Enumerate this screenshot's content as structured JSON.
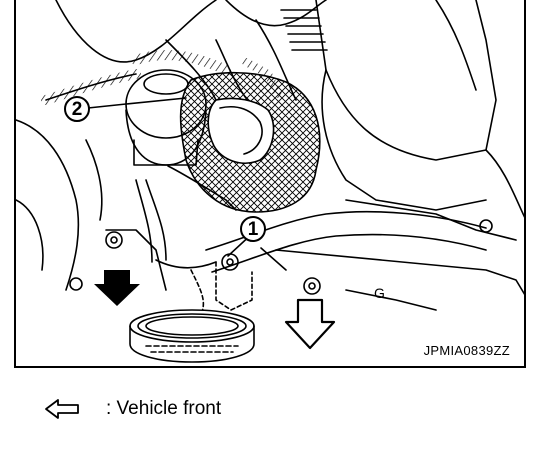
{
  "figure": {
    "callouts": [
      "1",
      "2"
    ],
    "code": "JPMIA0839ZZ"
  },
  "legend": {
    "icon": "hollow-arrow-left-icon",
    "text": ": Vehicle front"
  },
  "colors": {
    "ink": "#000000",
    "background": "#ffffff"
  }
}
